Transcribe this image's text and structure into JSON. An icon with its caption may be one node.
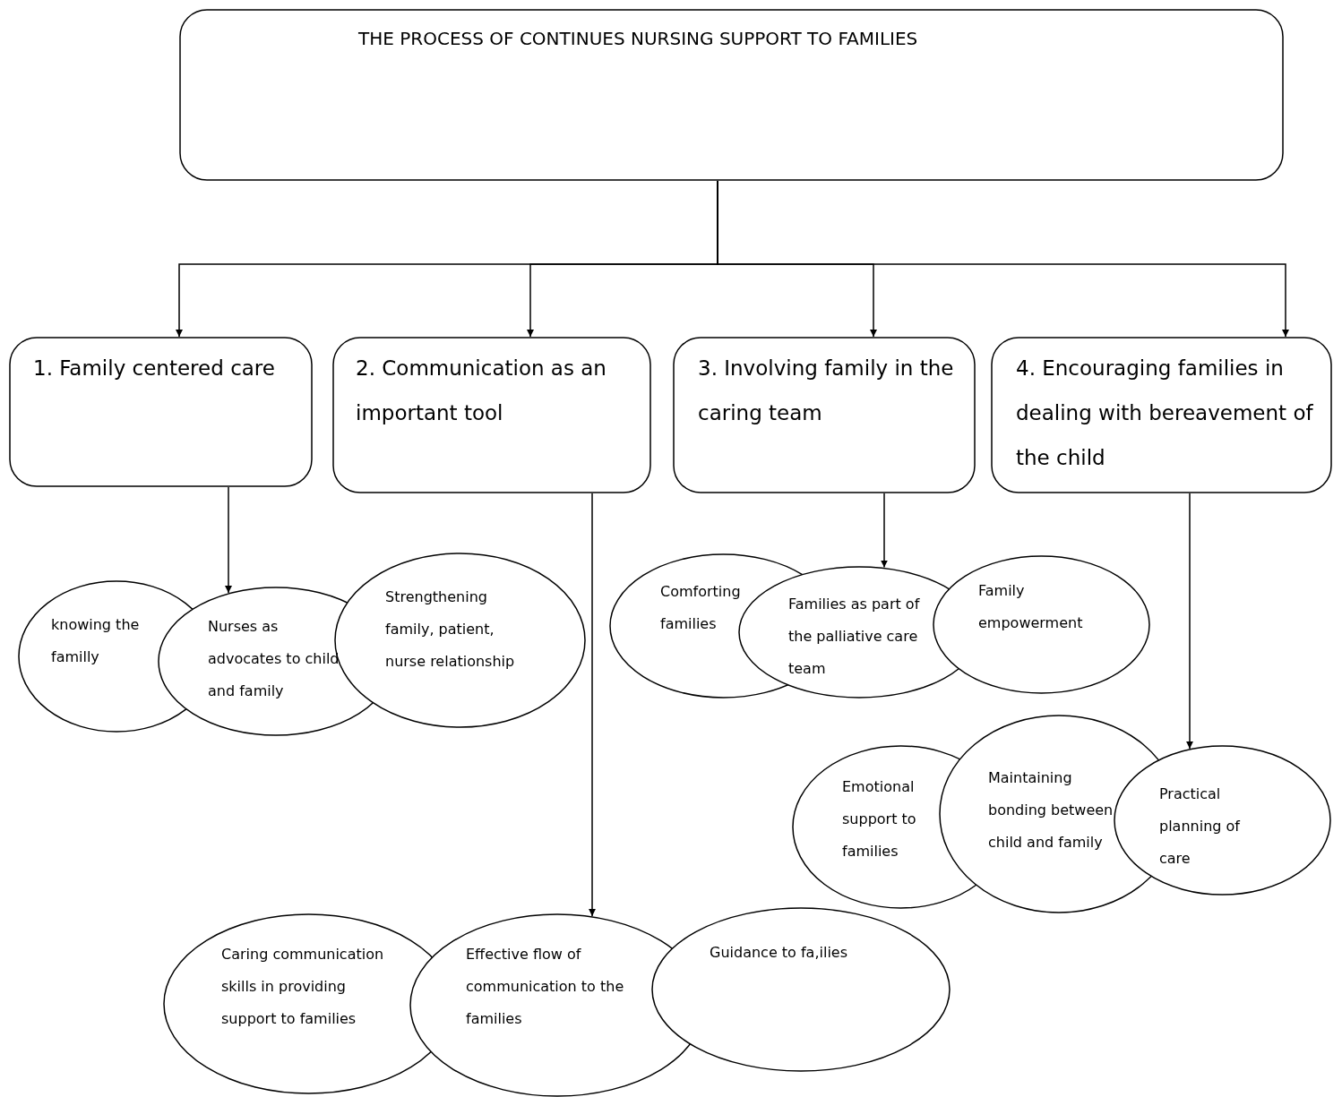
{
  "diagram": {
    "nodes": [
      {
        "text": [
          "THE PROCESS OF CONTINUES NURSING SUPPORT TO FAMILIES"
        ]
      },
      {
        "text": [
          "1. Family centered care"
        ]
      },
      {
        "text": [
          "2. Communication as an important tool"
        ]
      },
      {
        "text": [
          "3. Involving family in the caring team"
        ]
      },
      {
        "text": [
          "4. Encouraging families in dealing with bereavement of the child"
        ]
      },
      {
        "text": [
          "knowing the familly"
        ]
      },
      {
        "text": [
          "Nurses as advocates to child and family"
        ]
      },
      {
        "text": [
          "Strengthening family, patient, nurse relationship"
        ]
      },
      {
        "text": [
          "Comforting families"
        ]
      },
      {
        "text": [
          "Families as part of the palliative care team"
        ]
      },
      {
        "text": [
          "Family empowerment"
        ]
      },
      {
        "text": [
          "Emotional support to families"
        ]
      },
      {
        "text": [
          "Maintaining bonding between child and family"
        ]
      },
      {
        "text": [
          "Practical planning of care"
        ]
      },
      {
        "text": [
          "Caring communication skills in providing support to families"
        ]
      },
      {
        "text": [
          "Effective flow of communication to the families"
        ]
      },
      {
        "text": [
          "Guidance to fa,ilies"
        ]
      }
    ],
    "edges": [
      {
        "from": 0,
        "to": 1,
        "arrow": "to"
      },
      {
        "from": 0,
        "to": 2,
        "arrow": "to"
      },
      {
        "from": 0,
        "to": 3,
        "arrow": "to"
      },
      {
        "from": 0,
        "to": 4,
        "arrow": "to"
      },
      {
        "from": 1,
        "to": 6,
        "arrow": "to"
      },
      {
        "from": 2,
        "to": 15,
        "arrow": "to"
      },
      {
        "from": 3,
        "to": 9,
        "arrow": "to"
      },
      {
        "from": 4,
        "to": 13,
        "arrow": "to"
      }
    ]
  }
}
